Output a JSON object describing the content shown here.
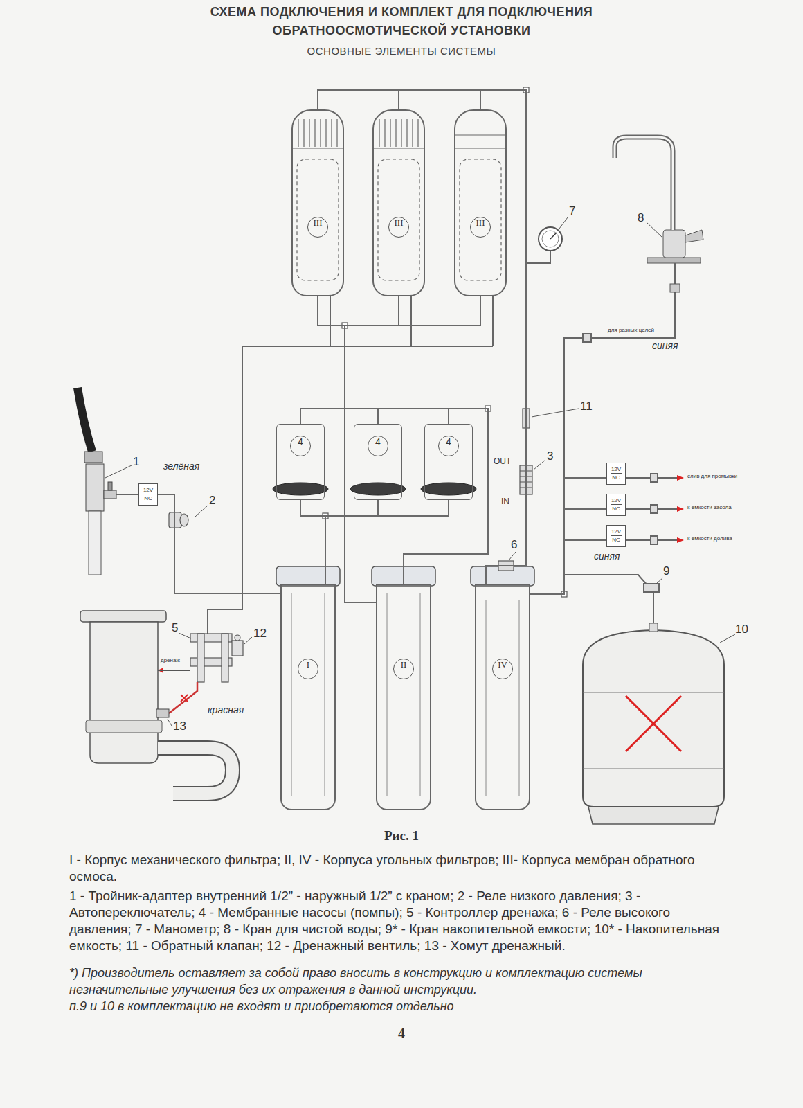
{
  "diagram": {
    "title": "СХЕМА ПОДКЛЮЧЕНИЯ И КОМПЛЕКТ ДЛЯ ПОДКЛЮЧЕНИЯ ОБРАТНООСМОТИЧЕСКОЙ УСТАНОВКИ",
    "caption": "Рис. 1",
    "nodes": [
      {
        "text": [
          "III"
        ]
      },
      {
        "text": [
          "III"
        ]
      },
      {
        "text": [
          "III"
        ]
      },
      {
        "text": [
          "4"
        ]
      },
      {
        "text": [
          "4"
        ]
      },
      {
        "text": [
          "4"
        ]
      },
      {
        "text": [
          "12V",
          "NC"
        ]
      },
      {
        "text": [
          "12V",
          "NC"
        ]
      },
      {
        "text": [
          "12V",
          "NC"
        ]
      },
      {
        "text": [
          "12V",
          "NC"
        ]
      },
      {
        "text": [
          "I"
        ]
      },
      {
        "text": [
          "II"
        ]
      },
      {
        "text": [
          "IV"
        ]
      }
    ],
    "edges": [
      {
        "from": 7,
        "to": 10,
        "arrow": "none"
      },
      {
        "from": 10,
        "to": 3,
        "arrow": "none"
      },
      {
        "from": 10,
        "to": 4,
        "arrow": "none"
      },
      {
        "from": 10,
        "to": 5,
        "arrow": "none"
      },
      {
        "from": 3,
        "to": 11,
        "arrow": "none"
      },
      {
        "from": 4,
        "to": 11,
        "arrow": "none"
      },
      {
        "from": 5,
        "to": 11,
        "arrow": "none"
      },
      {
        "from": 11,
        "to": 0,
        "arrow": "none"
      },
      {
        "from": 11,
        "to": 1,
        "arrow": "none"
      },
      {
        "from": 11,
        "to": 2,
        "arrow": "none"
      },
      {
        "from": 0,
        "to": 12,
        "arrow": "none"
      },
      {
        "from": 1,
        "to": 12,
        "arrow": "none"
      },
      {
        "from": 2,
        "to": 12,
        "arrow": "none"
      },
      {
        "from": 12,
        "to": 6,
        "arrow": "none"
      },
      {
        "from": 12,
        "to": 8,
        "arrow": "none"
      },
      {
        "from": 12,
        "to": 9,
        "arrow": "none"
      }
    ],
    "labels": [
      "ОСНОВНЫЕ ЭЛЕМЕНТЫ СИСТЕМЫ",
      "7",
      "8",
      "для разных целей",
      "синяя",
      "11",
      "1",
      "зелёная",
      "OUT",
      "3",
      "слив для промывки",
      "2",
      "к емкости засола",
      "IN",
      "к емкости долива",
      "6",
      "синяя",
      "9",
      "10",
      "12",
      "5",
      "дренаж",
      "красная",
      "13",
      "I - Корпус механического фильтра; II, IV - Корпуса угольных фильтров; III- Корпуса мембран обратного осмоса.",
      "1 - Тройник-адаптер внутренний 1/2” - наружный 1/2” с краном; 2 - Реле низкого давления; 3 - Автопереключатель; 4 - Мембранные насосы (помпы); 5 - Контроллер дренажа; 6 - Реле высокого давления; 7 - Манометр; 8 - Кран для чистой воды; 9* - Кран накопительной емкости; 10* - Накопительная емкость; 11 - Обратный клапан; 12 - Дренажный вентиль; 13 - Хомут дренажный.",
      "*) Производитель оставляет за собой право вносить в конструкцию и комплектацию системы незначительные улучшения без их отражения в данной инструкции.",
      "п.9 и 10 в комплектацию не входят и приобретаются отдельно",
      "4"
    ]
  }
}
